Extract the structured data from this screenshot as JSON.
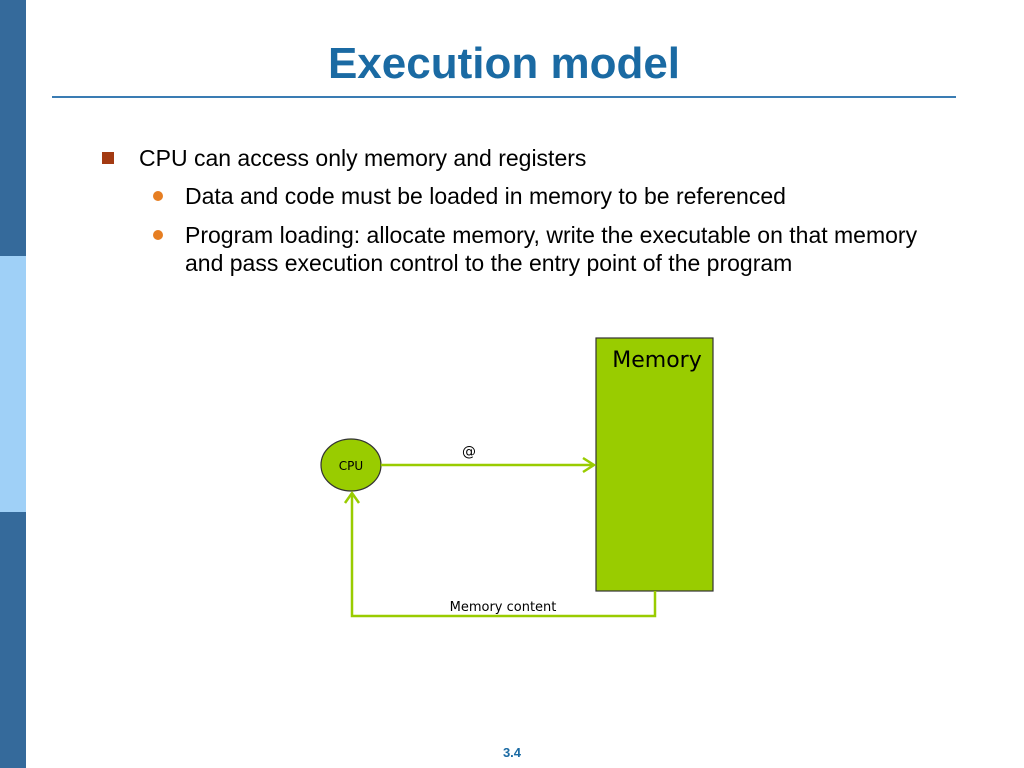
{
  "slide": {
    "title": "Execution model",
    "page_number": "3.4"
  },
  "bullets": {
    "level1": "CPU can access only memory and registers",
    "level2": [
      "Data and code must be loaded in memory to be referenced",
      "Program loading: allocate memory, write the executable on that memory and pass execution control to the entry point of the program"
    ]
  },
  "diagram": {
    "cpu_label": "CPU",
    "memory_label": "Memory",
    "address_label": "@",
    "content_label": "Memory content",
    "colors": {
      "node_fill": "#99cc00",
      "arrow": "#99cc00",
      "outline": "#333333"
    }
  },
  "theme": {
    "title_color": "#1a6aa3",
    "sidebar_dark": "#356a9b",
    "sidebar_light": "#9fd0f7",
    "bullet_square": "#a33a12",
    "bullet_dot": "#e67e22"
  }
}
